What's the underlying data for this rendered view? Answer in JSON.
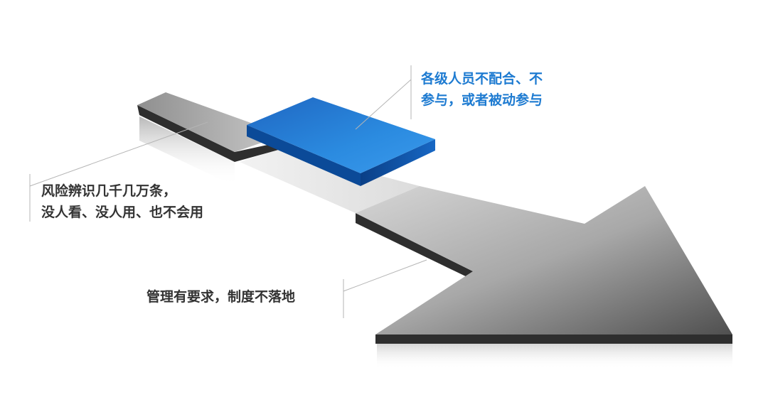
{
  "callouts": {
    "top": {
      "lines": [
        "各级人员不配合、不",
        "参与，或者被动参与"
      ],
      "color": "#1E7BD1"
    },
    "left": {
      "lines": [
        "风险辨识几千几万条，",
        "没人看、没人用、也不会用"
      ],
      "color": "#333333"
    },
    "bottom": {
      "lines": [
        "管理有要求，制度不落地"
      ],
      "color": "#333333"
    }
  },
  "colors": {
    "gray_light": "#c2c2c2",
    "gray_dark": "#5a5a5a",
    "gray_edge": "#2e2e2e",
    "blue_light": "#2b8be0",
    "blue_dark": "#0a4a9e",
    "blue_edge": "#0b3f86",
    "leader_line": "#b5b5b5"
  }
}
